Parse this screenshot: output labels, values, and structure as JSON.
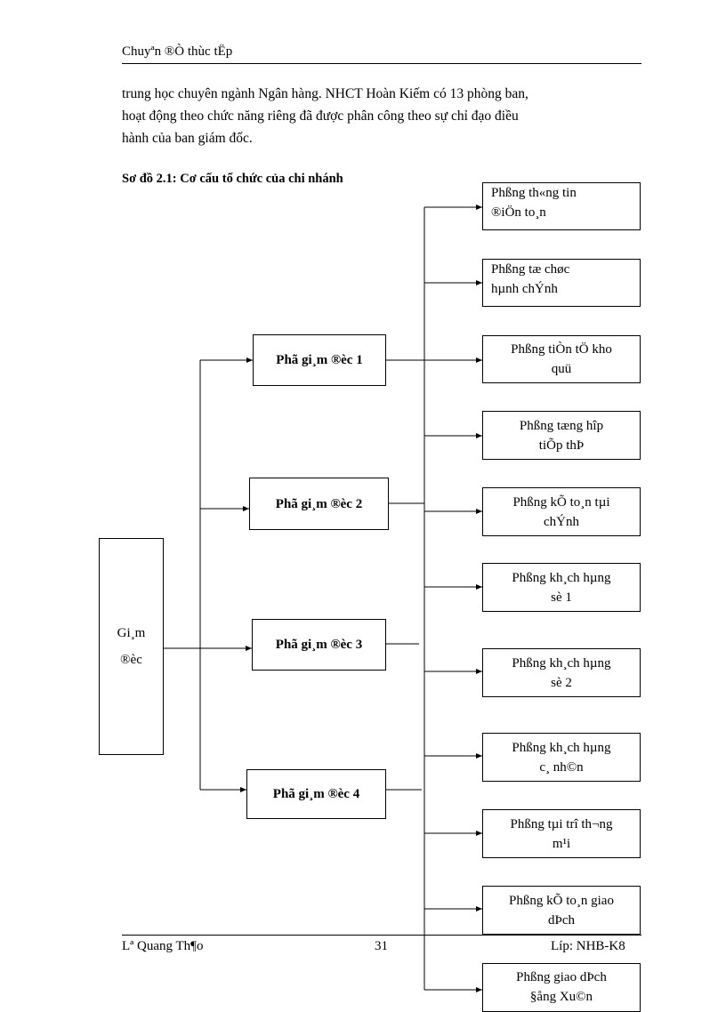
{
  "header": {
    "title": "Chuyªn ®Ò thùc tËp"
  },
  "paragraph": [
    "trung học chuyên ngành Ngân hàng. NHCT Hoàn Kiếm có 13 phòng ban,",
    "hoạt động theo chức năng riêng đã được phân công theo sự chỉ đạo điều",
    "hành của ban giám đốc."
  ],
  "caption": "Sơ đồ 2.1: Cơ cấu tổ chức của chi nhánh",
  "diagram": {
    "director": [
      "Gi¸m",
      "®èc"
    ],
    "deputies": [
      "Phã gi¸m ®èc 1",
      "Phã gi¸m ®èc 2",
      "Phã gi¸m ®èc 3",
      "Phã gi¸m ®èc 4"
    ],
    "departments": [
      [
        "Phßng th«ng tin",
        "®iÖn to¸n"
      ],
      [
        "Phßng tæ chøc",
        "hµnh chÝnh"
      ],
      [
        "Phßng tiÒn tÖ kho",
        "quü"
      ],
      [
        "Phßng tæng hîp",
        "tiÕp thÞ"
      ],
      [
        "Phßng kÕ to¸n tµi",
        "chÝnh"
      ],
      [
        "Phßng kh¸ch hµng",
        "sè 1"
      ],
      [
        "Phßng kh¸ch hµng",
        "sè 2"
      ],
      [
        "Phßng kh¸ch hµng",
        "c¸ nh©n"
      ],
      [
        "Phßng tµi trî th¬ng",
        "m¹i"
      ],
      [
        "Phßng kÕ to¸n giao",
        "dÞch"
      ],
      [
        "Phßng giao dÞch",
        "§ång Xu©n"
      ]
    ]
  },
  "footer": {
    "author": "Lª Quang Th¶o",
    "page": "31",
    "class": "Líp: NHB-K8"
  }
}
